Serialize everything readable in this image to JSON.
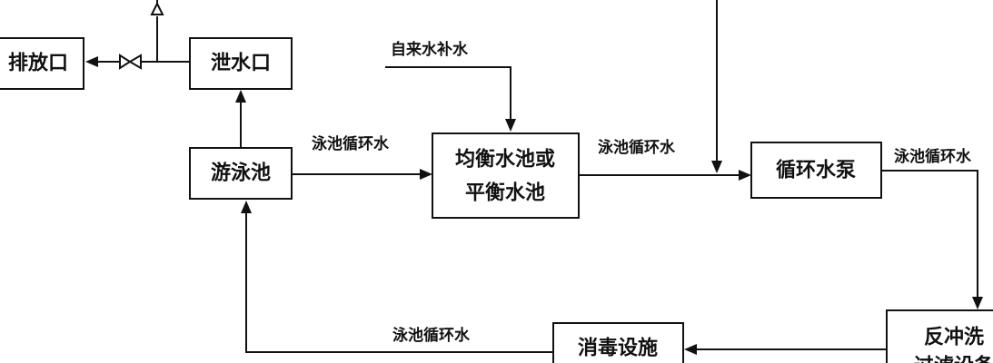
{
  "nodes": {
    "discharge_outlet": "排放口",
    "drain_outlet": "泄水口",
    "swimming_pool": "游泳池",
    "balance_tank_line1": "均衡水池或",
    "balance_tank_line2": "平衡水池",
    "circulation_pump": "循环水泵",
    "disinfection": "消毒设施",
    "backwash_line1": "反冲洗",
    "backwash_line2": "过滤设备"
  },
  "flows": {
    "makeup_water": "自来水补水",
    "circ_1": "泳池循环水",
    "circ_2": "泳池循环水",
    "circ_3": "泳池循环水",
    "circ_4": "泳池循环水"
  }
}
